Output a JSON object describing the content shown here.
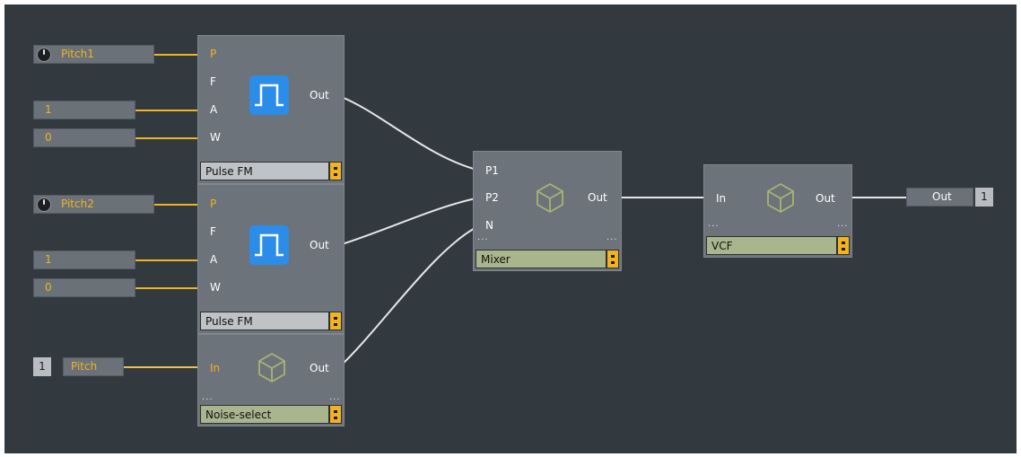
{
  "controls": {
    "pitch1": "Pitch1",
    "a1": "1",
    "w1": "0",
    "pitch2": "Pitch2",
    "a2": "1",
    "w2": "0",
    "pitch3_chan": "1",
    "pitch3": "Pitch"
  },
  "modules": {
    "pulse1": {
      "name": "Pulse FM",
      "ports_in": [
        "P",
        "F",
        "A",
        "W"
      ],
      "port_out": "Out"
    },
    "pulse2": {
      "name": "Pulse FM",
      "ports_in": [
        "P",
        "F",
        "A",
        "W"
      ],
      "port_out": "Out"
    },
    "noise": {
      "name": "Noise-select",
      "port_in": "In",
      "port_out": "Out",
      "dots": "..."
    },
    "mixer": {
      "name": "Mixer",
      "ports_in": [
        "P1",
        "P2",
        "N"
      ],
      "port_out": "Out",
      "dots": "..."
    },
    "vcf": {
      "name": "VCF",
      "port_in": "In",
      "port_out": "Out",
      "dots": "..."
    }
  },
  "output": {
    "label": "Out",
    "channel": "1"
  },
  "colors": {
    "canvas": "#323a40",
    "wire": "#e6e6e6",
    "wire_control": "#f0b322",
    "osc_icon": "#2b8de8"
  },
  "icons": [
    "knob-icon",
    "pulse-wave-icon",
    "macro-cube-icon",
    "grip-handle-icon"
  ]
}
